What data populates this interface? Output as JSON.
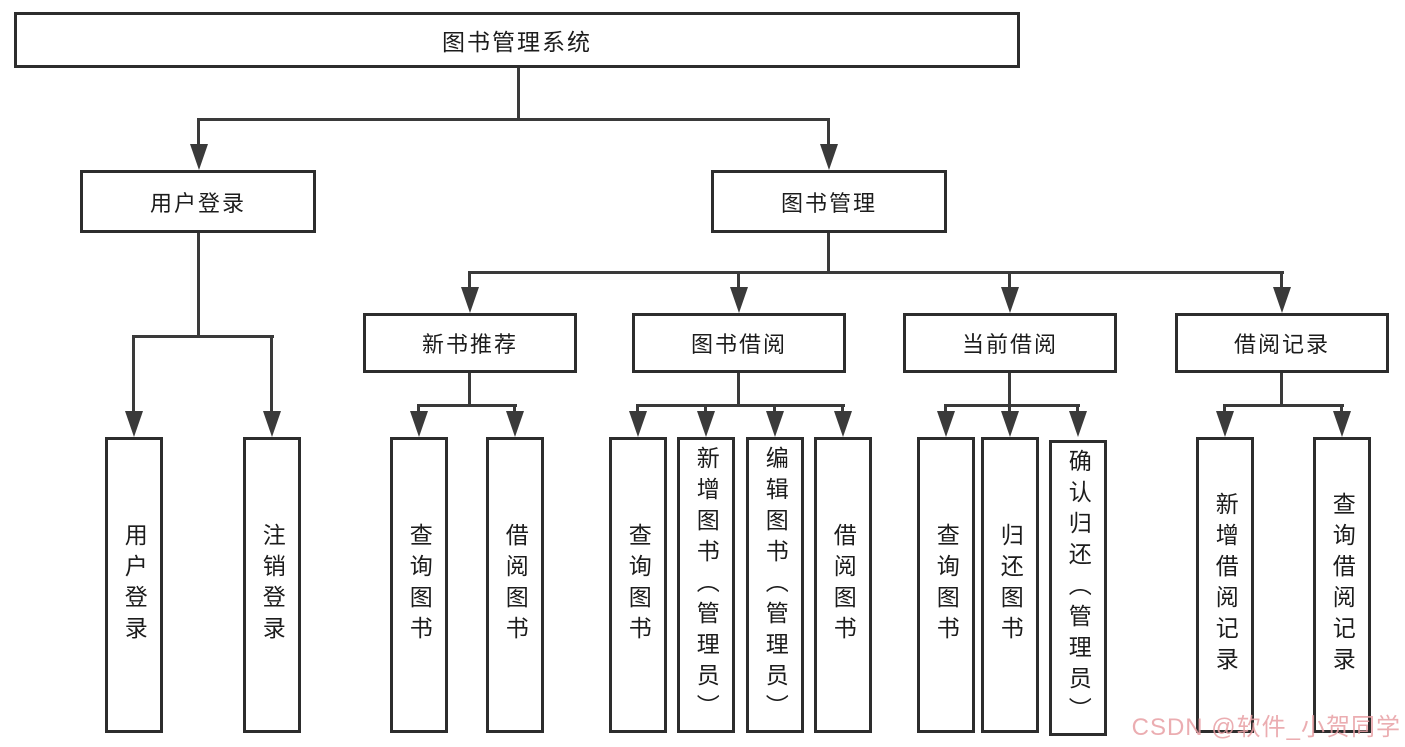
{
  "colors": {
    "line": "#3a3a3a",
    "box_border": "#2d2d2d",
    "label_text": "#1c1c1c",
    "watermark": "#e89fa4"
  },
  "nodes": {
    "root": "图书管理系统",
    "level2": [
      "用户登录",
      "图书管理"
    ],
    "level3": [
      "新书推荐",
      "图书借阅",
      "当前借阅",
      "借阅记录"
    ],
    "user_login_children": [
      "用户登录",
      "注销登录"
    ],
    "new_book_children": [
      "查询图书",
      "借阅图书"
    ],
    "book_borrow_children": [
      "查询图书",
      "新增图书（管理员）",
      "编辑图书（管理员）",
      "借阅图书"
    ],
    "current_borrow_children": [
      "查询图书",
      "归还图书",
      "确认归还（管理员）"
    ],
    "borrow_record_children": [
      "新增借阅记录",
      "查询借阅记录"
    ]
  },
  "watermark": {
    "text": "CSDN @软件_小贺同学"
  }
}
